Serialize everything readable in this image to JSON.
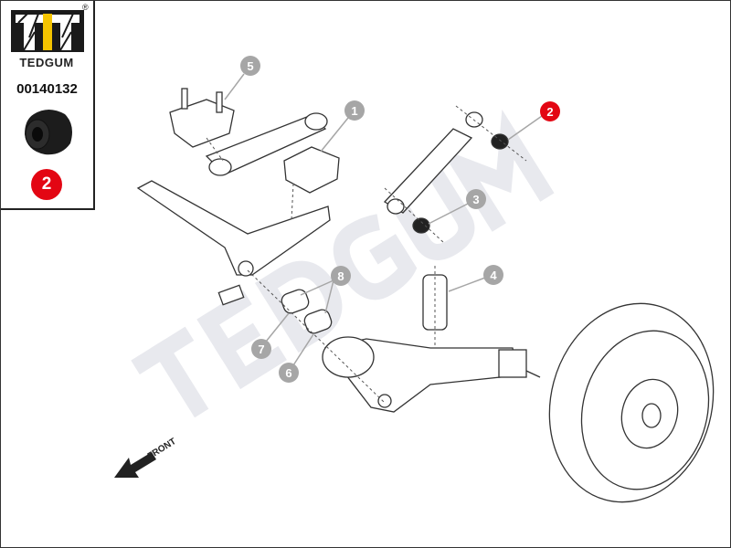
{
  "brand": {
    "name": "TEDGUM",
    "registered_mark": "®",
    "part_number": "00140132",
    "highlighted_position": "2",
    "logo_colors": {
      "black": "#1a1a1a",
      "yellow": "#f5c400"
    }
  },
  "diagram": {
    "watermark": "TEDGUM",
    "front_label": "FRONT",
    "callouts": [
      {
        "label": "5",
        "highlighted": false
      },
      {
        "label": "1",
        "highlighted": false
      },
      {
        "label": "2",
        "highlighted": true
      },
      {
        "label": "3",
        "highlighted": false
      },
      {
        "label": "4",
        "highlighted": false
      },
      {
        "label": "8",
        "highlighted": false
      },
      {
        "label": "7",
        "highlighted": false
      },
      {
        "label": "6",
        "highlighted": false
      }
    ],
    "colors": {
      "callout_gray": "#a6a6a6",
      "callout_red": "#e30613",
      "watermark": "#e8e9ee"
    }
  }
}
